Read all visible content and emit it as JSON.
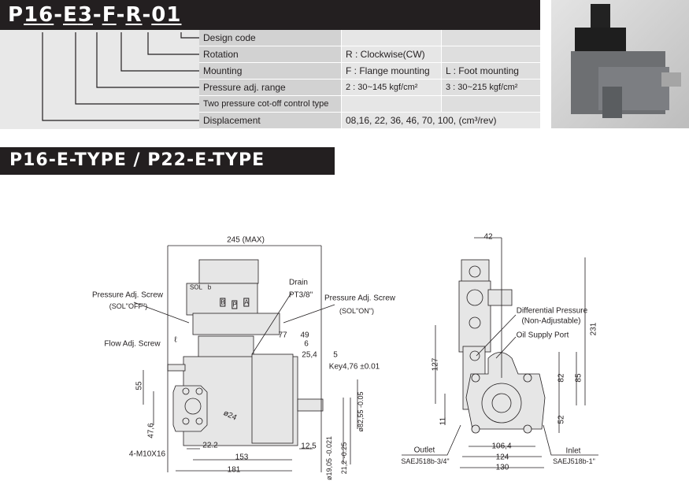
{
  "model_code": {
    "p": "P",
    "disp": "16",
    "sep1": "-",
    "type": "E",
    "range": "3",
    "sep2": "-",
    "mount": "F",
    "sep3": "-",
    "rot": "R",
    "sep4": "-",
    "design": "01"
  },
  "table": [
    {
      "label": "Design code",
      "v1": "",
      "v2": ""
    },
    {
      "label": "Rotation",
      "v1": "R : Clockwise(CW)",
      "v2": ""
    },
    {
      "label": "Mounting",
      "v1": "F : Flange mounting",
      "v2": "L : Foot mounting"
    },
    {
      "label": "Pressure adj. range",
      "v1": "2 : 30~145 kgf/cm²",
      "v2": "3 : 30~215 kgf/cm²"
    },
    {
      "label": "Two pressure cot-off control type",
      "v1": "",
      "v2": ""
    },
    {
      "label": "Displacement",
      "v1": "08,16, 22, 36, 46, 70, 100, (cm³/rev)",
      "v2": ""
    }
  ],
  "section_title": "P16-E-TYPE / P22-E-TYPE",
  "side": {
    "max": "245 (MAX)",
    "sol": "SOL",
    "b": "b",
    "port_b": "B",
    "port_p": "P",
    "port_a": "A",
    "drain": "Drain",
    "drain_size": "PT3/8\"",
    "pas_left": "Pressure Adj. Screw",
    "pas_left_sub": "(SOL\"OFF\")",
    "pas_right": "Pressure Adj. Screw",
    "pas_right_sub": "(SOL\"ON\")",
    "d77": "77",
    "d49": "49",
    "d6": "6",
    "d25": "25,4",
    "d5": "5",
    "key": "Key4,76 ±0.01",
    "flow": "Flow Adj. Screw",
    "l": "ℓ",
    "d55": "55",
    "d476": "47,6",
    "d24": "ø24",
    "d222": "22.2",
    "bolts": "4-M10X16",
    "d153": "153",
    "d181": "181",
    "d125": "12,5",
    "d8255": "ø82,55 -0.05",
    "d1905": "ø19,05 -0.021",
    "d212": "21,2 -0.25"
  },
  "front": {
    "d42": "42",
    "d231": "231",
    "diff": "Differential Pressure",
    "diff_sub": "(Non-Adjustable)",
    "oil": "Oil Supply Port",
    "d127": "127",
    "d82": "82",
    "d85": "85",
    "d52": "52",
    "d11": "11",
    "d1064": "106,4",
    "d124": "124",
    "d130": "130",
    "outlet": "Outlet",
    "outlet_size": "SAEJ518b-3/4\"",
    "inlet": "Inlet",
    "inlet_size": "SAEJ518b-1\""
  }
}
